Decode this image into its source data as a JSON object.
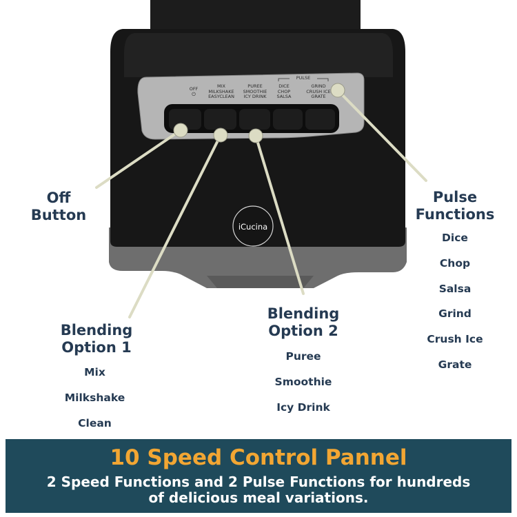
{
  "product": {
    "brand": "iCucina",
    "colors": {
      "body": "#181818",
      "base": "#707070",
      "panel": "#b5b5b5",
      "callout": "#dcdcc4",
      "label": "#253a52",
      "banner_bg": "#1f4a5b",
      "banner_title": "#f2a633"
    }
  },
  "panel": {
    "off_label": "OFF",
    "power_symbol": "⏻",
    "option1_text": "MIX\nMILKSHAKE\nEASYCLEAN",
    "option2_text": "PUREE\nSMOOTHIE\nICY DRINK",
    "pulse_header": "PULSE",
    "pulse1_text": "DICE\nCHOP\nSALSA",
    "pulse2_text": "GRIND\nCRUSH ICE\nGRATE"
  },
  "callouts": {
    "off": {
      "title": "Off\nButton"
    },
    "option1": {
      "title": "Blending\nOption 1",
      "items": [
        "Mix",
        "Milkshake",
        "Clean"
      ]
    },
    "option2": {
      "title": "Blending\nOption 2",
      "items": [
        "Puree",
        "Smoothie",
        "Icy Drink"
      ]
    },
    "pulse": {
      "title": "Pulse\nFunctions",
      "items": [
        "Dice",
        "Chop",
        "Salsa",
        "Grind",
        "Crush Ice",
        "Grate"
      ]
    }
  },
  "banner": {
    "title": "10 Speed Control Pannel",
    "subtitle": "2 Speed Functions and 2 Pulse Functions for hundreds of delicious meal variations."
  }
}
